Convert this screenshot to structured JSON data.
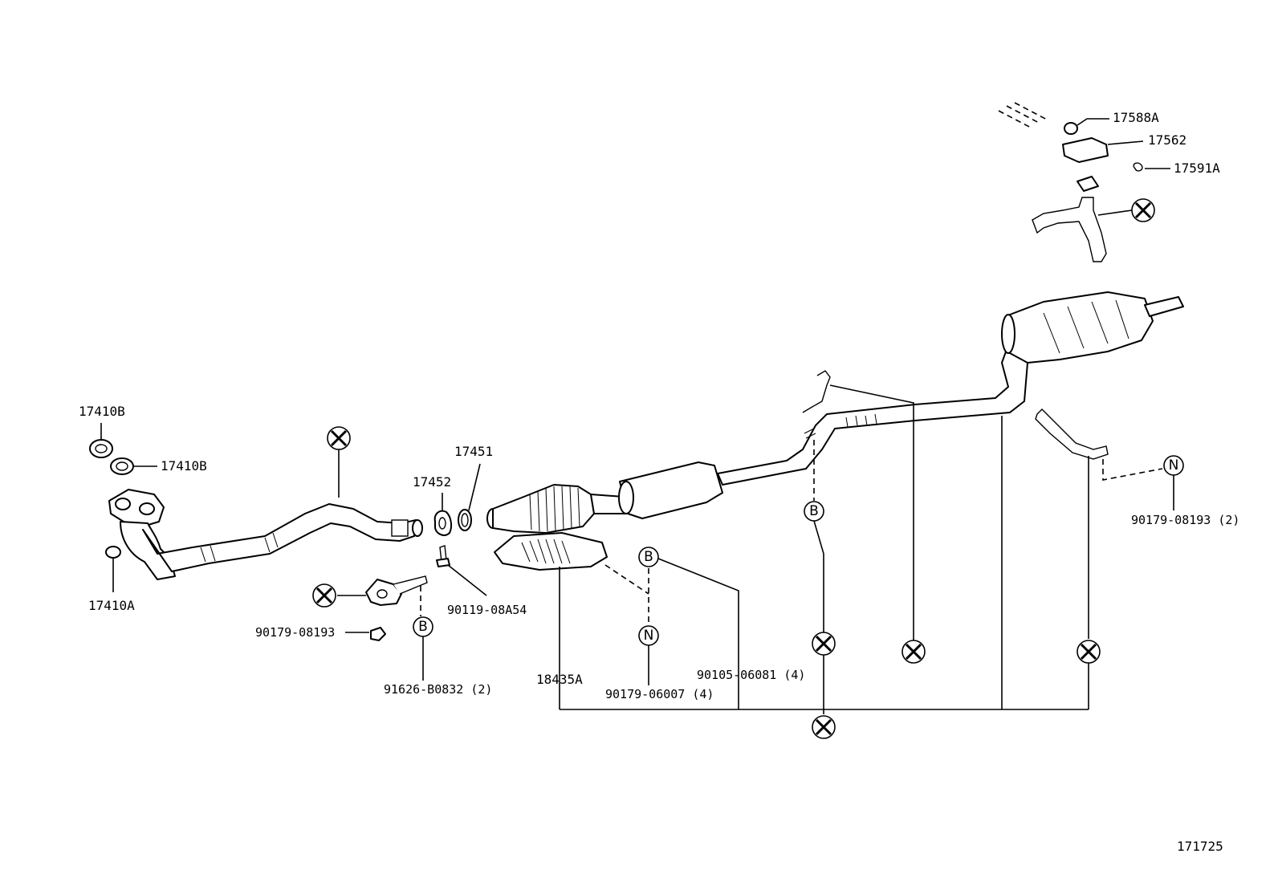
{
  "diagram": {
    "parts": {
      "p17410B_top": "17410B",
      "p17410B_mid": "17410B",
      "p17410A": "17410A",
      "p17452": "17452",
      "p17451": "17451",
      "p90119": "90119-08A54",
      "p90179_08193": "90179-08193",
      "p91626": "91626-B0832 (2)",
      "p18435A": "18435A",
      "p90179_06007": "90179-06007 (4)",
      "p90105": "90105-06081 (4)",
      "p90179_08193_2": "90179-08193 (2)",
      "p17588A": "17588A",
      "p17562": "17562",
      "p17591A": "17591A"
    },
    "markers": {
      "b": "B",
      "n": "N"
    },
    "figure_number": "171725"
  }
}
